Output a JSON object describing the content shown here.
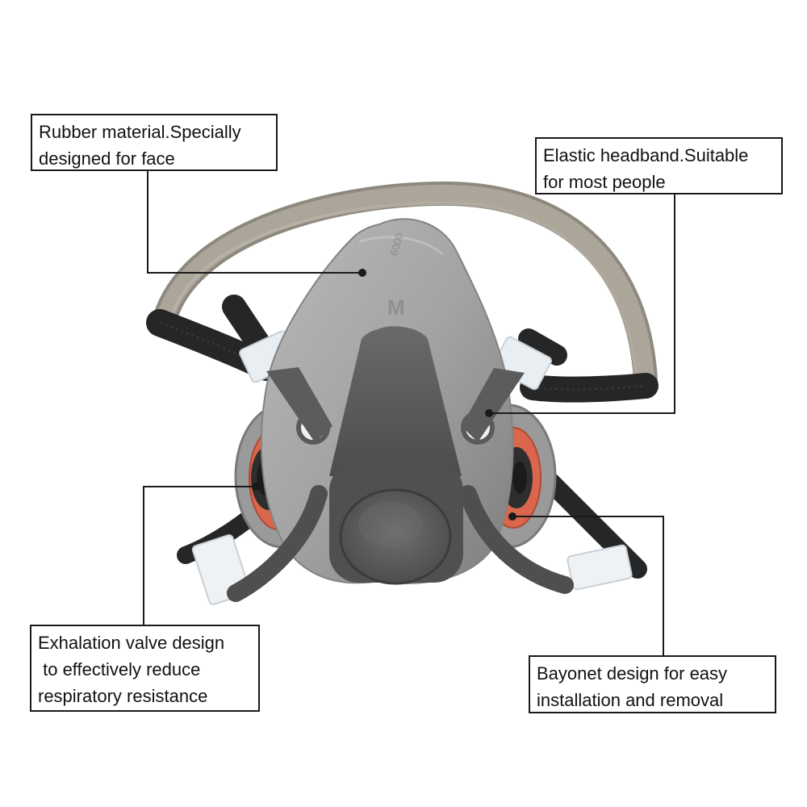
{
  "callouts": {
    "rubber": {
      "line1": "Rubber material.Specially",
      "line2": "designed for face"
    },
    "headband": {
      "line1": "Elastic headband.Suitable",
      "line2": "for most people"
    },
    "valve": {
      "line1": "Exhalation valve design",
      "line2": " to effectively reduce",
      "line3": "respiratory resistance"
    },
    "bayonet": {
      "line1": "Bayonet design for easy",
      "line2": "installation and removal"
    }
  },
  "mask": {
    "embossed_model": "6000",
    "embossed_logo": "M"
  },
  "colors": {
    "mask_body": "#9c9c9c",
    "mask_dark": "#5b5b5b",
    "headband": "#a39e92",
    "straps": "#2b2b2b",
    "filter_ring": "#d9664d",
    "leader_lines": "#1a1a1a"
  }
}
